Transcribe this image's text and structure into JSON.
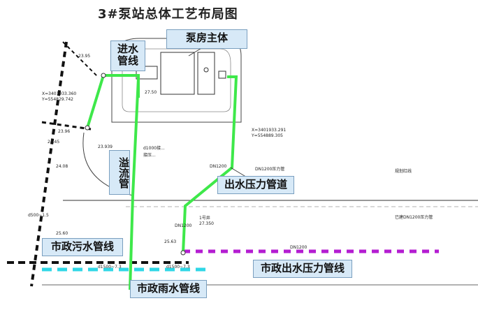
{
  "title": "3#泵站总体工艺布局图",
  "labels": {
    "pump_house": "泵房主体",
    "inlet_pipe": "进水\n管线",
    "overflow_pipe": "溢流管",
    "outlet_pressure_pipe": "出水压力管道",
    "municipal_sewage": "市政污水管线",
    "municipal_outlet": "市政出水压力管线",
    "municipal_rain": "市政雨水管线"
  },
  "annotations": {
    "coord_top_x": "X=3401933.360",
    "coord_top_y": "Y=554829.742",
    "coord_right_x": "X=3401933.291",
    "coord_right_y": "Y=554889.305",
    "elev_1": "23.95",
    "elev_2": "27.50",
    "elev_3": "23.96",
    "elev_4": "24.45",
    "elev_5": "24.08",
    "elev_6": "23.939",
    "elev_7": "25.60",
    "elev_8": "25.63",
    "elev_9": "27.350",
    "dn_label_1": "DN1200",
    "dn_label_2": "DN1200",
    "dn_label_3": "d1500~7.3",
    "dn_label_4": "d1500~7.3",
    "dn_label_5": "d500~1.5",
    "dn_label_6": "DN1200",
    "note_1": "d1000接...",
    "note_2": "接压...",
    "note_3": "1号井",
    "note_4": "DN1200压力管",
    "note_5": "规划红线",
    "note_6": "已建DN1200压力管"
  },
  "colors": {
    "green_pipe": "#3ee84a",
    "purple_pipe": "#b41dd1",
    "cyan_pipe": "#2fd7e6",
    "black_pipe": "#111111",
    "callout_bg": "#d7e9f7"
  }
}
